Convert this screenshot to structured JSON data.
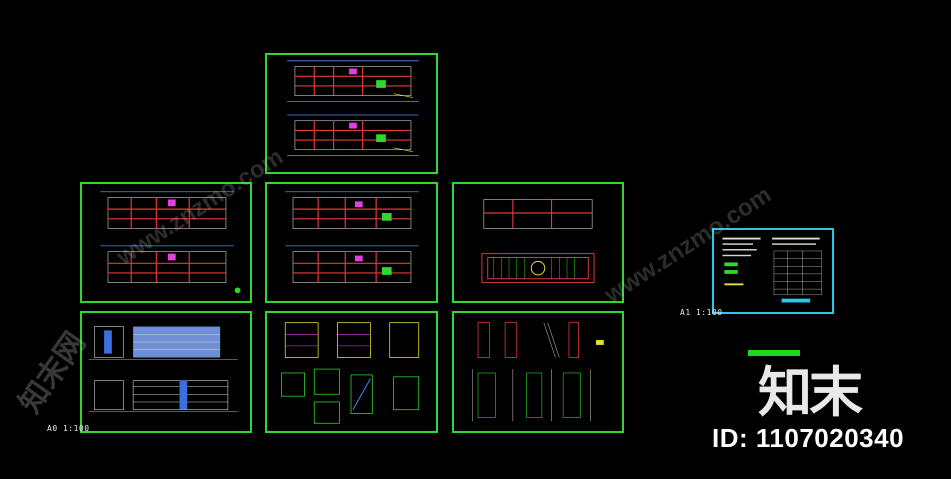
{
  "drawing_sheets": [
    {
      "kind": "plan-pair"
    },
    {
      "kind": "plan-pair"
    },
    {
      "kind": "plan-pair"
    },
    {
      "kind": "roof-plan"
    },
    {
      "kind": "elevations"
    },
    {
      "kind": "sections"
    },
    {
      "kind": "details"
    }
  ],
  "scale_labels": {
    "a0": "A0 1:100",
    "a1": "A1 1:100"
  },
  "watermarks": {
    "diagonal_text": "www.znzmo.com",
    "left_text": "知末网"
  },
  "brand": {
    "logo_text": "知末",
    "id_text": "ID: 1107020340",
    "accent_color": "#1ed81e"
  },
  "colors": {
    "sheet_border": "#2fd82f",
    "legend_border": "#28c9e6",
    "background": "#000000"
  }
}
